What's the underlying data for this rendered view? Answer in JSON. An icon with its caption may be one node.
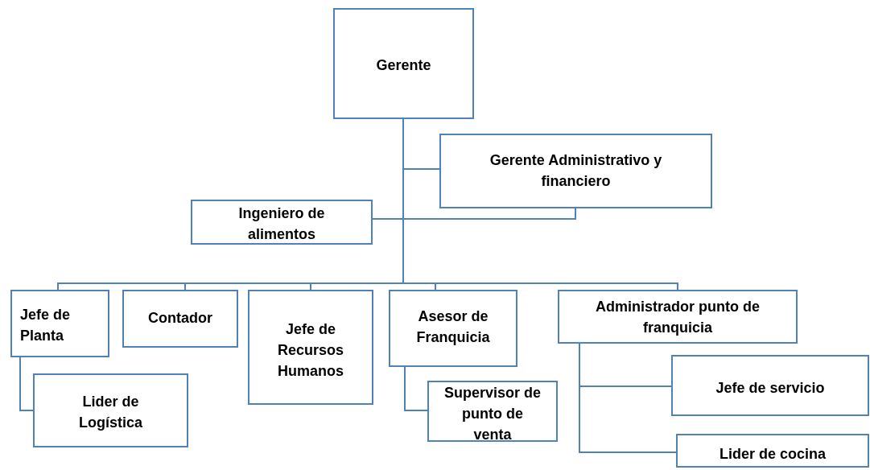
{
  "diagram": {
    "nodes": [
      {
        "text": [
          "Gerente"
        ]
      },
      {
        "text": [
          "Gerente Administrativo y financiero"
        ]
      },
      {
        "text": [
          "Ingeniero de alimentos"
        ]
      },
      {
        "text": [
          "Jefe de Planta"
        ]
      },
      {
        "text": [
          "Contador"
        ]
      },
      {
        "text": [
          "Jefe de Recursos Humanos"
        ]
      },
      {
        "text": [
          "Asesor de Franquicia"
        ]
      },
      {
        "text": [
          "Administrador punto de franquicia"
        ]
      },
      {
        "text": [
          "Lider de Logística"
        ]
      },
      {
        "text": [
          "Supervisor de punto de venta"
        ]
      },
      {
        "text": [
          "Jefe de servicio"
        ]
      },
      {
        "text": [
          "Lider de cocina"
        ]
      }
    ],
    "edges": [
      {
        "from": 0,
        "to": 1,
        "arrow": "none"
      },
      {
        "from": 1,
        "to": 2,
        "arrow": "none"
      },
      {
        "from": 0,
        "to": 3,
        "arrow": "none"
      },
      {
        "from": 0,
        "to": 4,
        "arrow": "none"
      },
      {
        "from": 0,
        "to": 5,
        "arrow": "none"
      },
      {
        "from": 0,
        "to": 6,
        "arrow": "none"
      },
      {
        "from": 0,
        "to": 7,
        "arrow": "none"
      },
      {
        "from": 3,
        "to": 8,
        "arrow": "none"
      },
      {
        "from": 6,
        "to": 9,
        "arrow": "none"
      },
      {
        "from": 7,
        "to": 10,
        "arrow": "none"
      },
      {
        "from": 7,
        "to": 11,
        "arrow": "none"
      }
    ]
  }
}
